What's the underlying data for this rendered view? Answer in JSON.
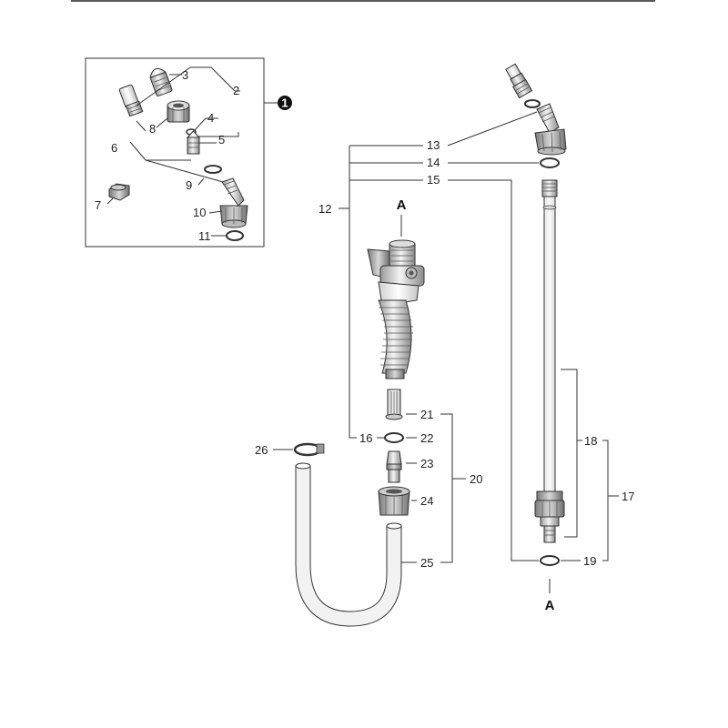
{
  "callout": {
    "label": "1"
  },
  "labels": {
    "n2": "2",
    "n3": "3",
    "n4": "4",
    "n5": "5",
    "n6": "6",
    "n7": "7",
    "n8": "8",
    "n9": "9",
    "n10": "10",
    "n11": "11",
    "n12": "12",
    "n13": "13",
    "n14": "14",
    "n15": "15",
    "n16": "16",
    "n17": "17",
    "n18": "18",
    "n19": "19",
    "n20": "20",
    "n21": "21",
    "n22": "22",
    "n23": "23",
    "n24": "24",
    "n25": "25",
    "n26": "26"
  },
  "connectors": {
    "top": "A",
    "bottom": "A"
  }
}
